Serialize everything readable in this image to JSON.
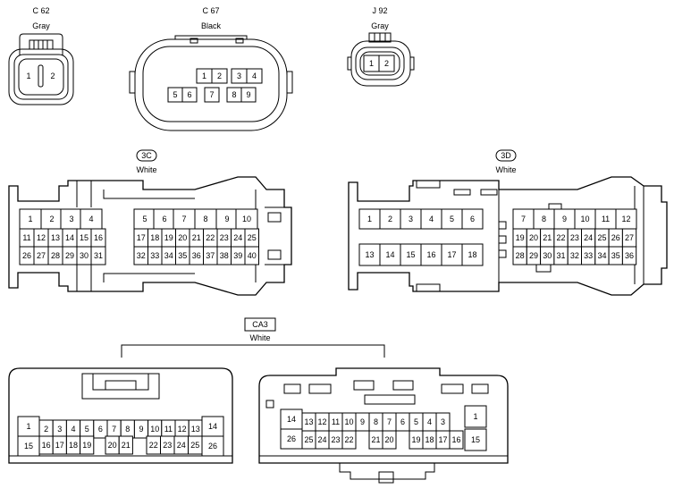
{
  "connectors": [
    {
      "id": "c62",
      "code": "C 62",
      "color": "Gray",
      "pins": [
        "1",
        "2"
      ]
    },
    {
      "id": "c67",
      "code": "C 67",
      "color": "Black",
      "pins": [
        "1",
        "2",
        "3",
        "4",
        "5",
        "6",
        "7",
        "8",
        "9"
      ]
    },
    {
      "id": "j92",
      "code": "J 92",
      "color": "Gray",
      "pins": [
        "1",
        "2"
      ]
    },
    {
      "id": "c3c",
      "code": "3C",
      "color": "White",
      "pins": [
        "1",
        "2",
        "3",
        "4",
        "5",
        "6",
        "7",
        "8",
        "9",
        "10",
        "11",
        "12",
        "13",
        "14",
        "15",
        "16",
        "17",
        "18",
        "19",
        "20",
        "21",
        "22",
        "23",
        "24",
        "25",
        "26",
        "27",
        "28",
        "29",
        "30",
        "31",
        "32",
        "33",
        "34",
        "35",
        "36",
        "37",
        "38",
        "39",
        "40"
      ]
    },
    {
      "id": "c3d",
      "code": "3D",
      "color": "White",
      "pins": [
        "1",
        "2",
        "3",
        "4",
        "5",
        "6",
        "7",
        "8",
        "9",
        "10",
        "11",
        "12",
        "13",
        "14",
        "15",
        "16",
        "17",
        "18",
        "19",
        "20",
        "21",
        "22",
        "23",
        "24",
        "25",
        "26",
        "27",
        "28",
        "29",
        "30",
        "31",
        "32",
        "33",
        "34",
        "35",
        "36"
      ]
    },
    {
      "id": "ca3",
      "code": "CA3",
      "color": "White",
      "pins": [
        "1",
        "2",
        "3",
        "4",
        "5",
        "6",
        "7",
        "8",
        "9",
        "10",
        "11",
        "12",
        "13",
        "14",
        "15",
        "16",
        "17",
        "18",
        "19",
        "20",
        "21",
        "22",
        "23",
        "24",
        "25",
        "26"
      ]
    }
  ]
}
